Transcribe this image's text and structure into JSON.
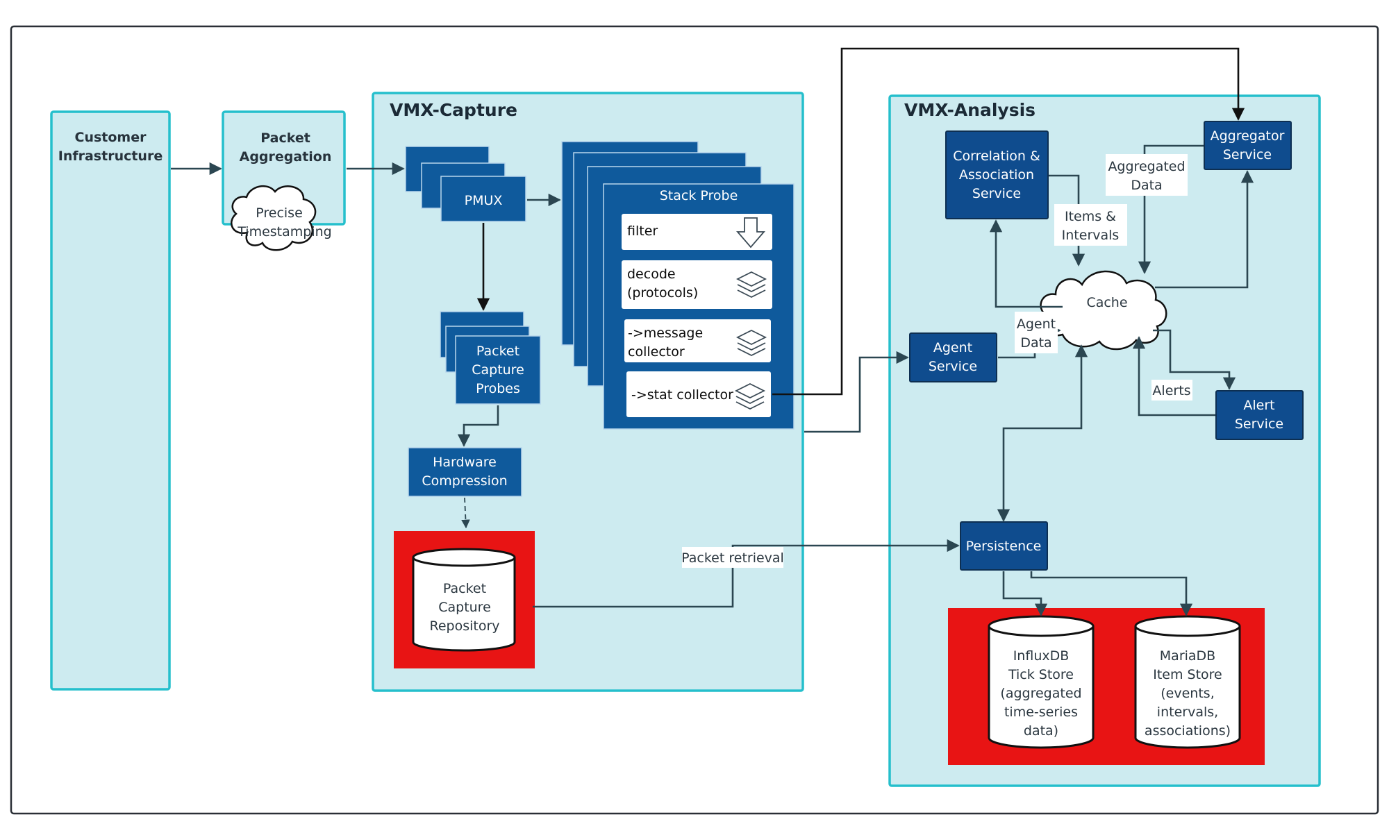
{
  "regions": {
    "customer": [
      "Customer",
      "Infrastructure"
    ],
    "packet_aggregation": [
      "Packet",
      "Aggregation"
    ],
    "precise_timestamping": [
      "Precise",
      "Timestamping"
    ],
    "vmx_capture": "VMX-Capture",
    "vmx_analysis": "VMX-Analysis"
  },
  "capture": {
    "pmux": "PMUX",
    "stack_probe": "Stack Probe",
    "filter": "filter",
    "decode": [
      "decode",
      "(protocols)"
    ],
    "message_collector": [
      "->message",
      "collector"
    ],
    "stat_collector": "->stat collector",
    "packet_capture_probes": [
      "Packet",
      "Capture",
      "Probes"
    ],
    "hardware_compression": [
      "Hardware",
      "Compression"
    ],
    "packet_capture_repository": [
      "Packet",
      "Capture",
      "Repository"
    ]
  },
  "analysis": {
    "correlation": [
      "Correlation &",
      "Association",
      "Service"
    ],
    "aggregator": [
      "Aggregator",
      "Service"
    ],
    "cache": "Cache",
    "agent_service": [
      "Agent",
      "Service"
    ],
    "alert_service": [
      "Alert",
      "Service"
    ],
    "persistence": "Persistence",
    "influxdb": [
      "InfluxDB",
      "Tick Store",
      "(aggregated",
      "time-series",
      "data)"
    ],
    "mariadb": [
      "MariaDB",
      "Item Store",
      "(events,",
      "intervals,",
      "associations)"
    ]
  },
  "edge_labels": {
    "aggregated_data": [
      "Aggregated",
      "Data"
    ],
    "items_intervals": [
      "Items &",
      "Intervals"
    ],
    "agent_data": [
      "Agent",
      "Data"
    ],
    "alerts": "Alerts",
    "packet_retrieval": "Packet retrieval"
  },
  "icons": {
    "filter": "down-arrow-icon",
    "decode": "layers-icon",
    "message_collector": "layers-icon",
    "stat_collector": "layers-icon"
  },
  "colors": {
    "region_fill": "#cdebf0",
    "region_border": "#25bfcc",
    "service_fill": "#0f4c8e",
    "storage_fill": "#e81414"
  }
}
